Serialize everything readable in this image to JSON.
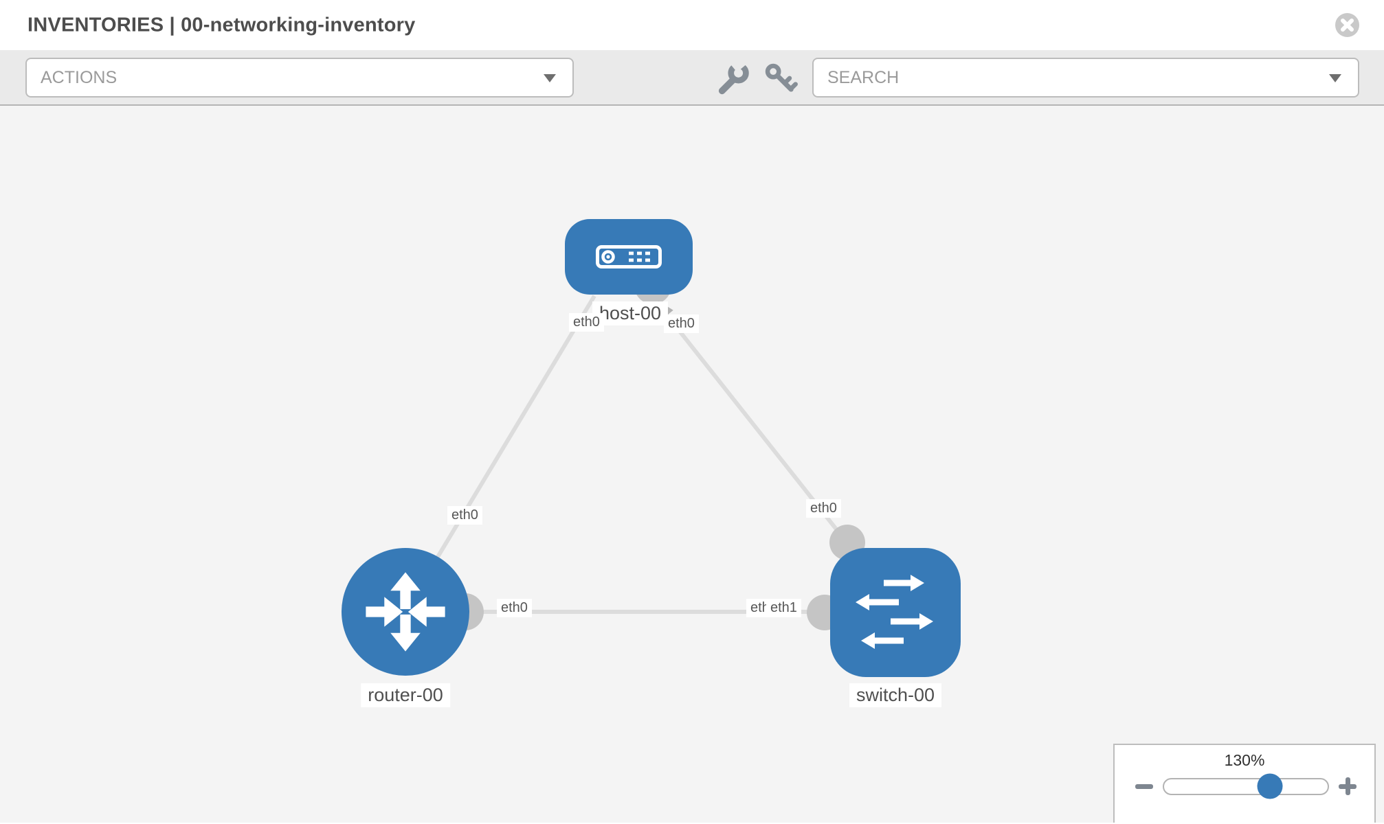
{
  "header": {
    "title": "INVENTORIES | 00-networking-inventory"
  },
  "toolbar": {
    "actions_label": "ACTIONS",
    "search_label": "SEARCH",
    "tool_icons": [
      "wrench-icon",
      "key-icon"
    ]
  },
  "topology": {
    "nodes": [
      {
        "label": "host-00",
        "type": "host",
        "shape": "rounded-rect"
      },
      {
        "label": "router-00",
        "type": "router",
        "shape": "circle"
      },
      {
        "label": "switch-00",
        "type": "switch",
        "shape": "rounded-square"
      }
    ],
    "links": [
      {
        "source": "host-00",
        "source_iface": "eth0",
        "target": "router-00",
        "target_iface": "eth0"
      },
      {
        "source": "host-00",
        "source_iface": "eth0",
        "target": "switch-00",
        "target_iface": "eth0"
      },
      {
        "source": "router-00",
        "source_iface": "eth0",
        "target": "switch-00",
        "target_iface": "eth1"
      }
    ],
    "overlapped_label": "eth0"
  },
  "zoom_control": {
    "level": "130%",
    "percent": 130
  },
  "colors": {
    "node_blue": "#377ab7",
    "link_gray": "#dcdcdc",
    "endpoint_gray": "#c5c5c5",
    "toolbar_bg": "#eaeaea",
    "canvas_bg": "#f4f4f4",
    "title_text": "#4d4d4d",
    "icon_gray": "#868e96"
  }
}
